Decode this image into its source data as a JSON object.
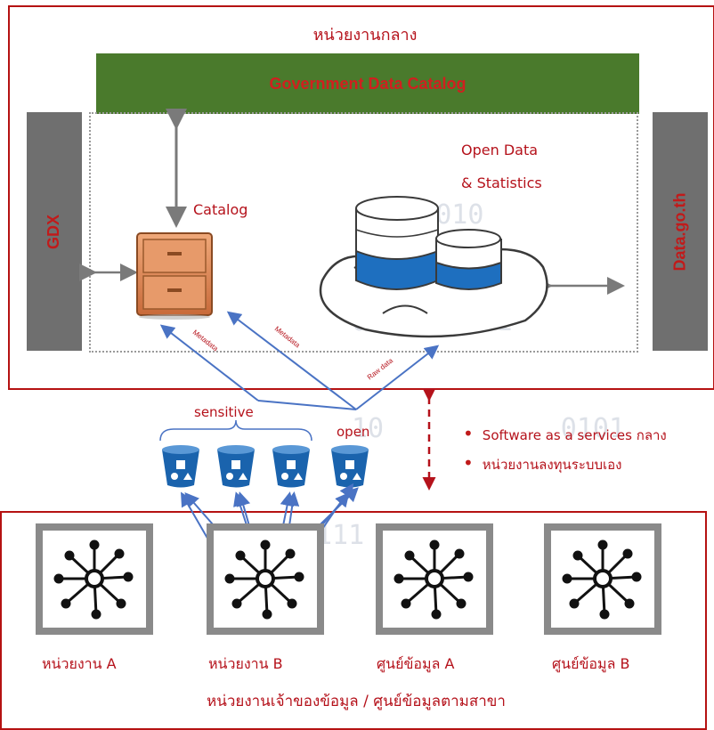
{
  "central": {
    "title": "หน่วยงานกลาง"
  },
  "catalog_bar": {
    "label": "Government Data Catalog"
  },
  "gdx": {
    "label": "GDX"
  },
  "datagoth": {
    "label": "Data.go.th"
  },
  "catalog": {
    "label": "Catalog"
  },
  "open_data": {
    "line1": "Open Data",
    "line2": "& Statistics"
  },
  "binary": {
    "line1": "11  010",
    "line2": "0010111011",
    "line3": "10           0101",
    "line4": "111                01"
  },
  "flows": {
    "metadata1": "Metadata",
    "metadata2": "Metadata",
    "raw": "Raw data"
  },
  "buckets": {
    "sensitive_label": "sensitive",
    "open_label": "open"
  },
  "services": {
    "items": [
      "Software as a services กลาง",
      "หน่วยงานลงทุนระบบเอง"
    ]
  },
  "agencies": {
    "items": [
      "หน่วยงาน A",
      "หน่วยงาน B",
      "ศูนย์ข้อมูล A",
      "ศูนย์ข้อมูล B"
    ],
    "footer": "หน่วยงานเจ้าของข้อมูล / ศูนย์ข้อมูลตามสาขา"
  },
  "colors": {
    "accent_red": "#b5121b",
    "green_bar": "#4a7a2c",
    "gray": "#6f6f6f",
    "arrow_blue": "#4a73c4",
    "bucket_blue": "#1a63ad"
  }
}
